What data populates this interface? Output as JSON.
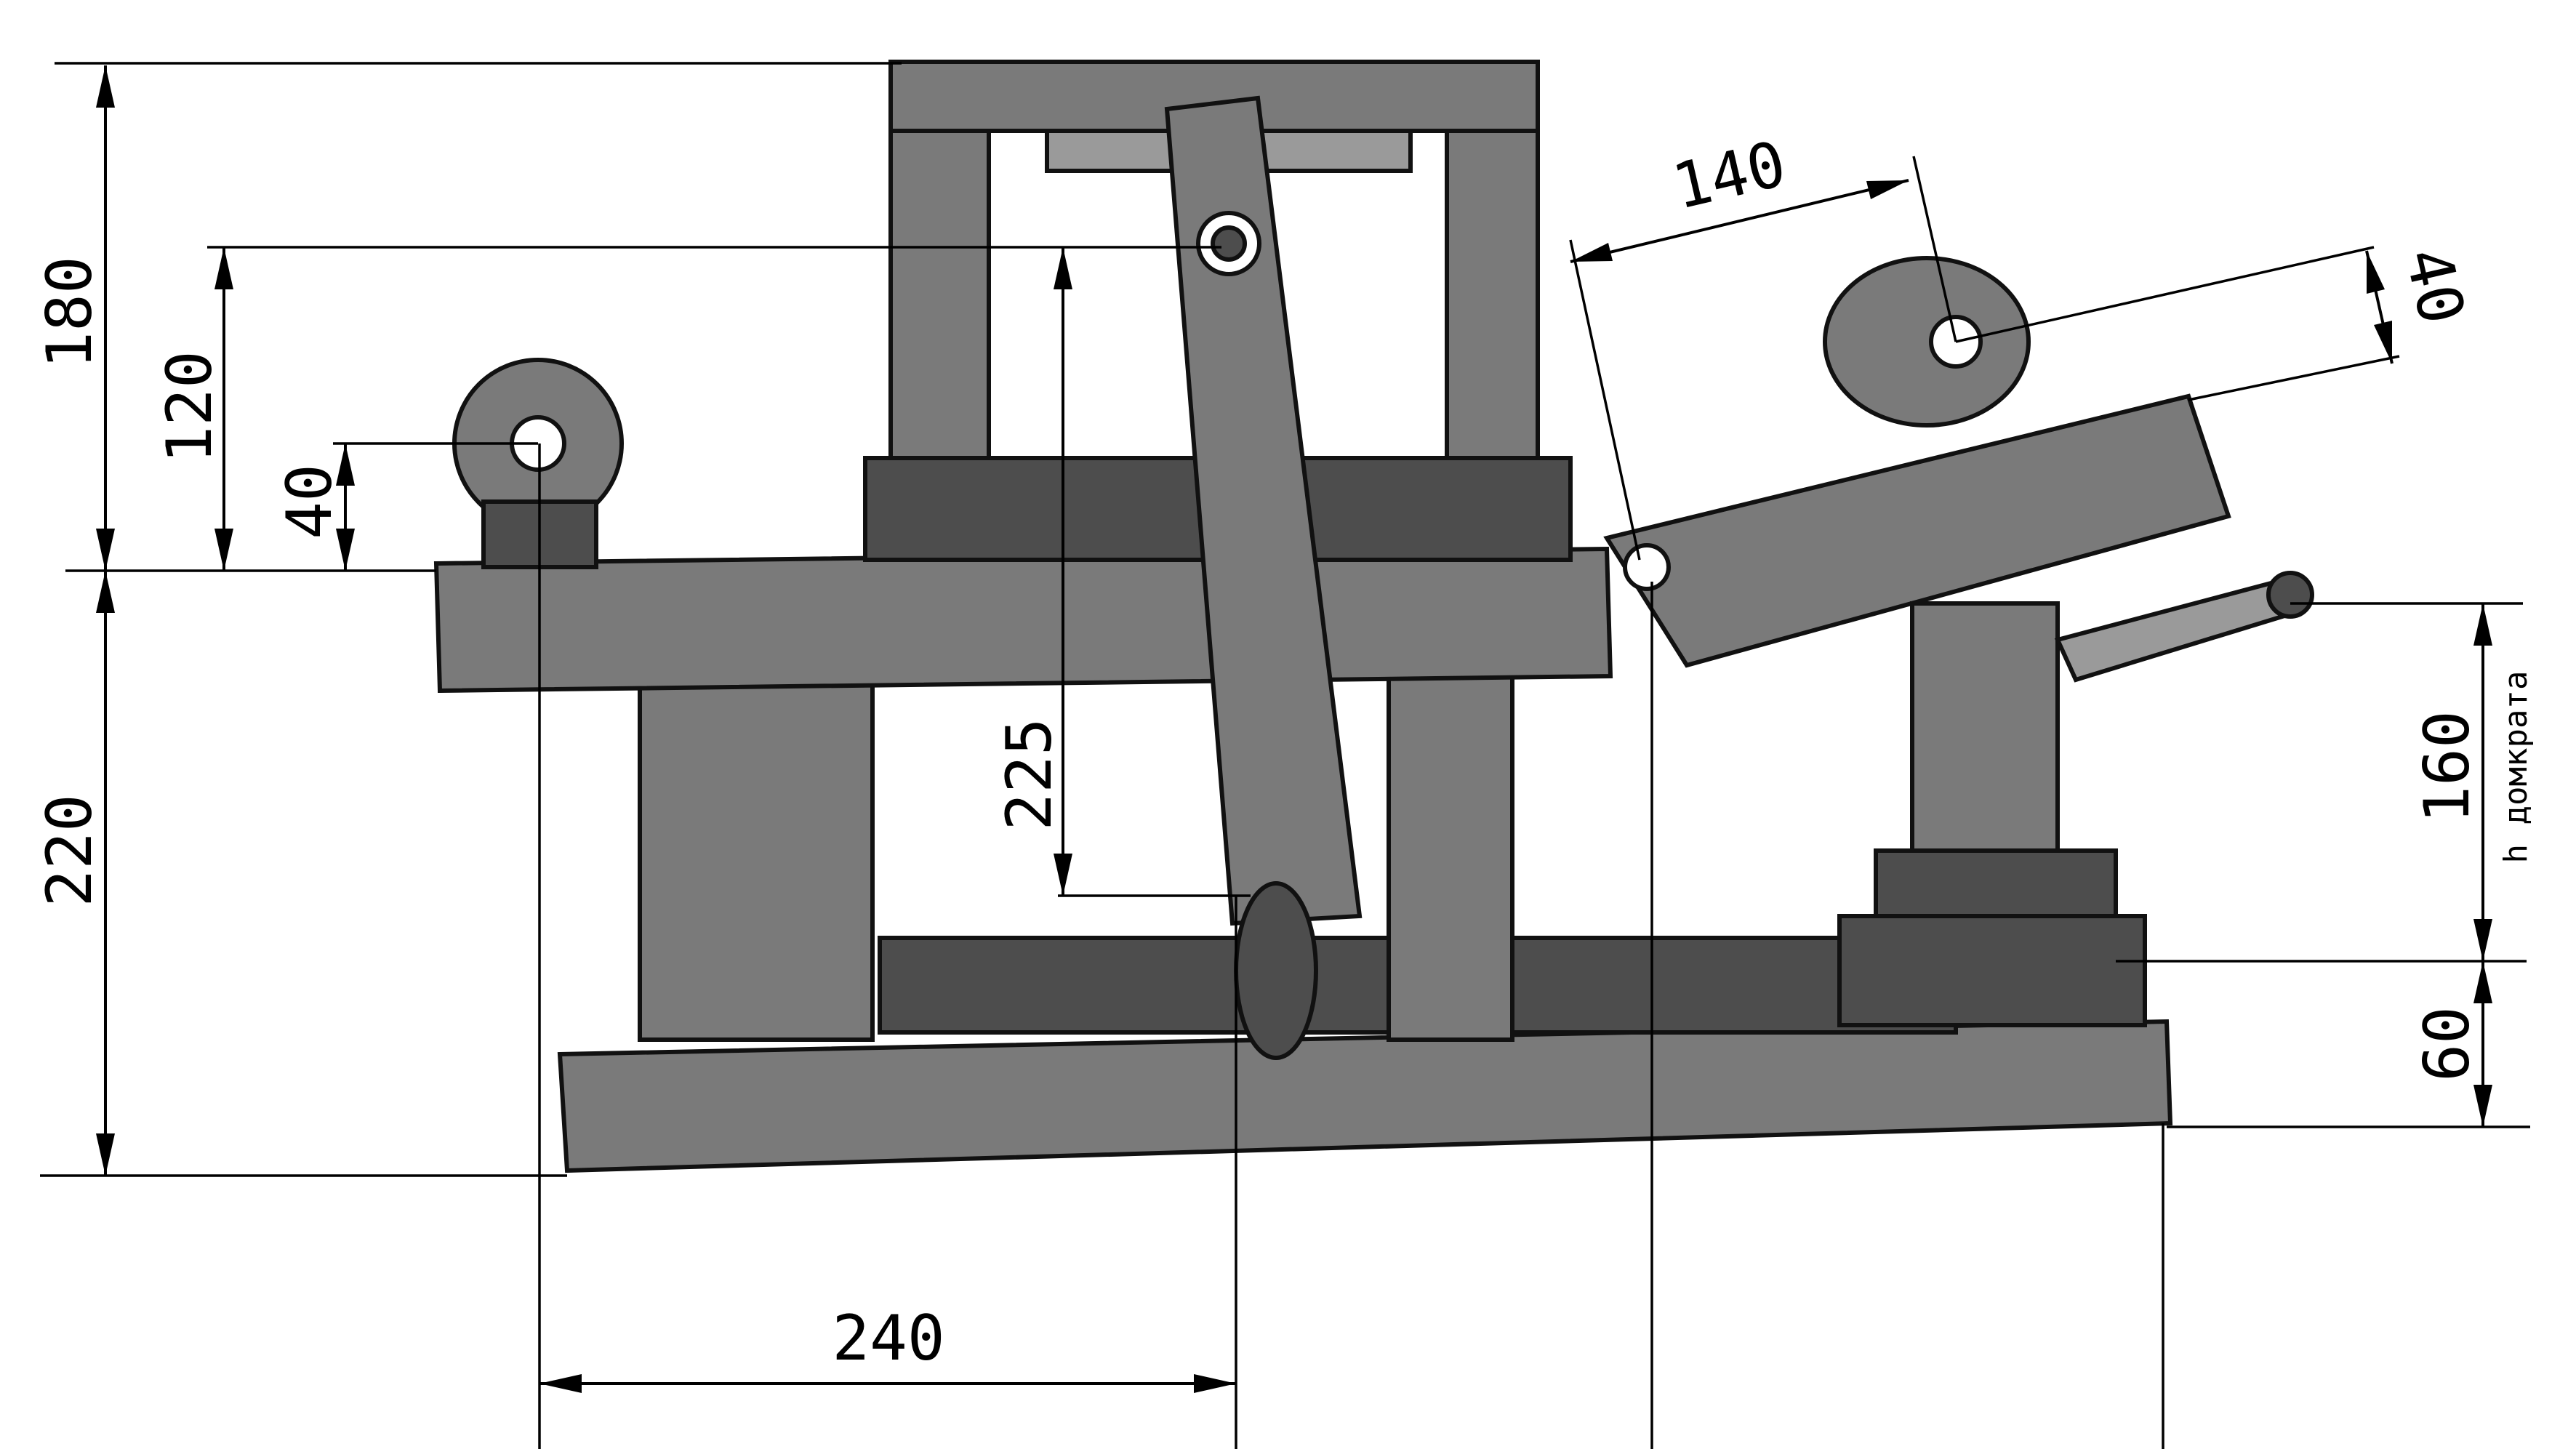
{
  "dimensions": {
    "left_total_height": "180",
    "shaft_height": "120",
    "small_roller_height": "40",
    "table_height": "220",
    "lever_length": "225",
    "base_span": "240",
    "tilted_arm": "140",
    "tilted_roller_offset": "40",
    "jack_height": "160",
    "jack_label": "h домкрата",
    "base_step": "60"
  }
}
